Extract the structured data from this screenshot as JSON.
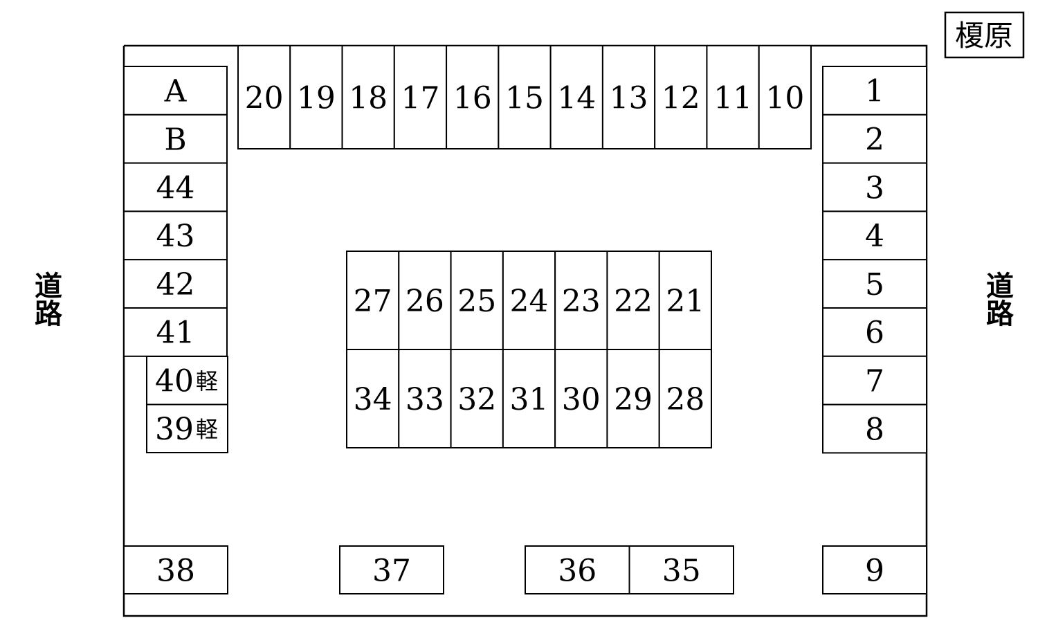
{
  "area_label": "榎原",
  "road_label": "道路",
  "kei_label": "軽",
  "stalls": {
    "top_row": [
      "20",
      "19",
      "18",
      "17",
      "16",
      "15",
      "14",
      "13",
      "12",
      "11",
      "10"
    ],
    "left_column": [
      "A",
      "B",
      "44",
      "43",
      "42",
      "41"
    ],
    "left_kei": [
      "40",
      "39"
    ],
    "right_column": [
      "1",
      "2",
      "3",
      "4",
      "5",
      "6",
      "7",
      "8"
    ],
    "center_upper": [
      "27",
      "26",
      "25",
      "24",
      "23",
      "22",
      "21"
    ],
    "center_lower": [
      "34",
      "33",
      "32",
      "31",
      "30",
      "29",
      "28"
    ],
    "bottom_left": "38",
    "bottom_mid": "37",
    "bottom_pair": [
      "36",
      "35"
    ],
    "bottom_right": "9"
  }
}
